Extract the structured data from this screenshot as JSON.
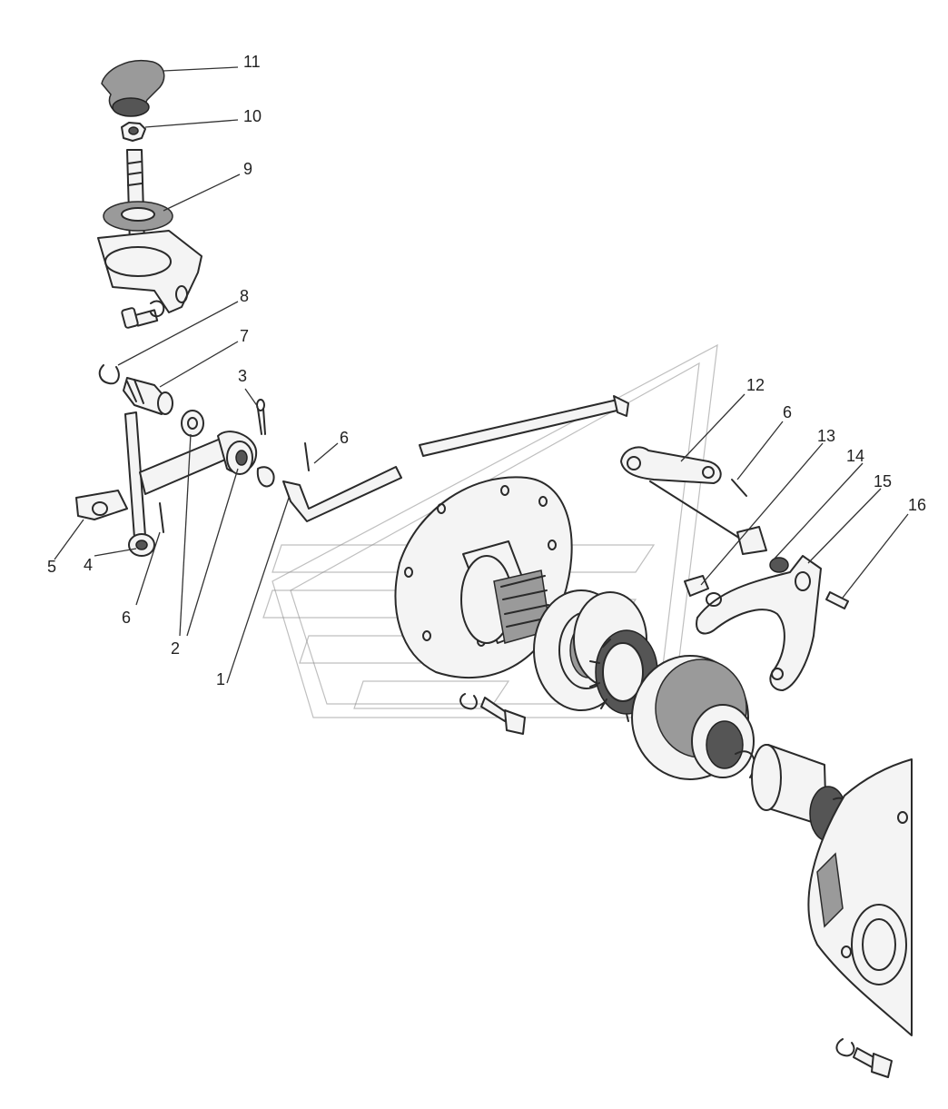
{
  "callouts": [
    {
      "id": "1",
      "text": "1"
    },
    {
      "id": "2",
      "text": "2"
    },
    {
      "id": "3",
      "text": "3"
    },
    {
      "id": "4",
      "text": "4"
    },
    {
      "id": "5",
      "text": "5"
    },
    {
      "id": "6a",
      "text": "6"
    },
    {
      "id": "6b",
      "text": "6"
    },
    {
      "id": "6c",
      "text": "6"
    },
    {
      "id": "7",
      "text": "7"
    },
    {
      "id": "8",
      "text": "8"
    },
    {
      "id": "9",
      "text": "9"
    },
    {
      "id": "10",
      "text": "10"
    },
    {
      "id": "11",
      "text": "11"
    },
    {
      "id": "12",
      "text": "12"
    },
    {
      "id": "13",
      "text": "13"
    },
    {
      "id": "14",
      "text": "14"
    },
    {
      "id": "15",
      "text": "15"
    },
    {
      "id": "16",
      "text": "16"
    }
  ]
}
